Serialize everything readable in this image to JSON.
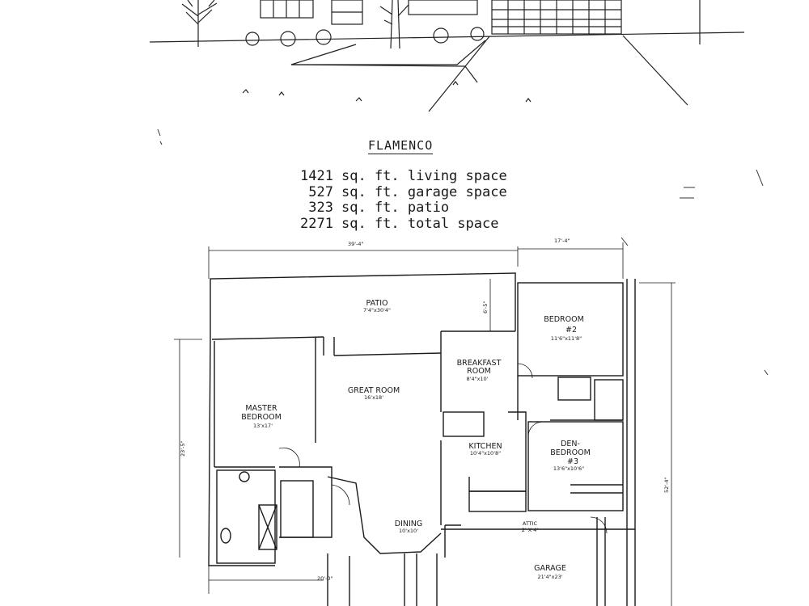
{
  "plan": {
    "title": "FLAMENCO",
    "stats": [
      {
        "value": "1421",
        "label": "sq. ft. living space"
      },
      {
        "value": "527",
        "label": "sq. ft. garage space"
      },
      {
        "value": "323",
        "label": "sq. ft. patio"
      },
      {
        "value": "2271",
        "label": "sq. ft. total space"
      }
    ]
  },
  "floorplan": {
    "dims": {
      "top_left": "39'-4\"",
      "top_right": "17'-4\"",
      "left_side": "23'-5\"",
      "right_side": "52'-4\"",
      "bottom_left": "20'-0\"",
      "patio_depth": "6'-5\""
    },
    "rooms": {
      "patio": {
        "name": "PATIO",
        "size": "7'4\"x30'4\""
      },
      "bedroom2": {
        "name": "BEDROOM",
        "number": "#2",
        "size": "11'6\"x11'8\""
      },
      "breakfast": {
        "name": "BREAKFAST",
        "name2": "ROOM",
        "size": "8'4\"x10'"
      },
      "great": {
        "name": "GREAT ROOM",
        "size": "16'x18'"
      },
      "master": {
        "name": "MASTER",
        "name2": "BEDROOM",
        "size": "13'x17'"
      },
      "kitchen": {
        "name": "KITCHEN",
        "size": "10'4\"x10'8\""
      },
      "den": {
        "name": "DEN-",
        "name2": "BEDROOM",
        "number": "#3",
        "size": "13'6\"x10'6\""
      },
      "dining": {
        "name": "DINING",
        "size": "10'x10'"
      },
      "attic": {
        "name": "ATTIC",
        "size": "2' X 4'"
      },
      "garage": {
        "name": "GARAGE",
        "size": "21'4\"x23'"
      }
    }
  }
}
